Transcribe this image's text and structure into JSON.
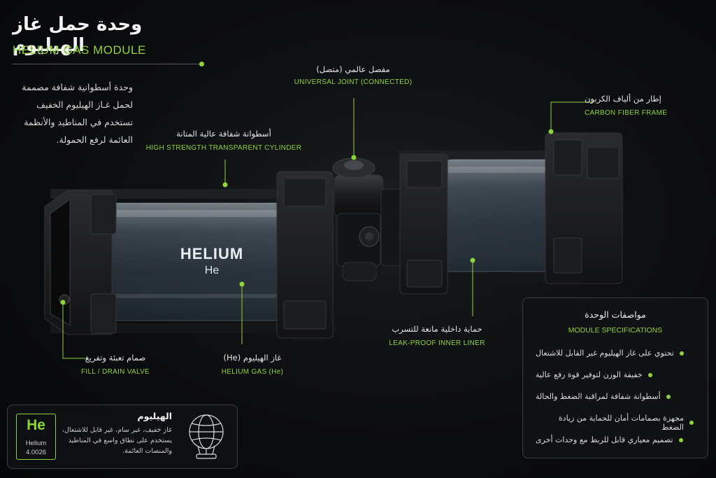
{
  "header": {
    "title_ar": "وحدة حمل غاز الهيليوم",
    "title_en": "HELIUM GAS MODULE",
    "description_ar": "وحدة أسطوانية شفافة مصممة لحمل غـاز الهيليوم الخفيف تستخدم في المناطيد والأنظمة العائمة لرفع الحمولة."
  },
  "cylinder_label": {
    "name": "HELIUM",
    "symbol": "He"
  },
  "callouts": {
    "universal_joint": {
      "ar": "مفصل عالمي (متصل)",
      "en": "UNIVERSAL JOINT (CONNECTED)"
    },
    "carbon_frame": {
      "ar": "إطار من ألياف الكربون",
      "en": "CARBON FIBER FRAME"
    },
    "cylinder": {
      "ar": "أسطوانة شفافة عالية المتانة",
      "en": "HIGH STRENGTH TRANSPARENT CYLINDER"
    },
    "liner": {
      "ar": "حماية داخلية مانعة للتسرب",
      "en": "LEAK-PROOF INNER LINER"
    },
    "gas": {
      "ar": "غاز الهيليوم (He)",
      "en": "HELIUM GAS (He)"
    },
    "valve": {
      "ar": "صمام تعبئة وتفريغ",
      "en": "FILL / DRAIN VALVE"
    }
  },
  "specs": {
    "title_ar": "مواصفات الوحدة",
    "title_en": "MODULE SPECIFICATIONS",
    "items": [
      "تحتوي على غاز الهيليوم غير القابل للاشتعال",
      "خفيفة الوزن لتوفير قوة رفع عالية",
      "أسطوانة شفافة لمراقبة الضغط والحالة",
      "مجهزة بصمامات أمان للحماية من زيادة الضغط",
      "تصميم معياري قابل للربط مع وحدات أخرى"
    ]
  },
  "element_card": {
    "symbol": "He",
    "name": "Helium",
    "atomic_mass": "4.0026",
    "title_ar": "الهيليوم",
    "description_ar": "غاز خفيف، غير سام، غير قابل للاشتعال، يستخدم على نطاق واسع في المناطيد والمنصات العائمة."
  },
  "colors": {
    "accent": "#8fd43a",
    "background": "#0a0b0c",
    "frame": "#1b1c1e"
  }
}
